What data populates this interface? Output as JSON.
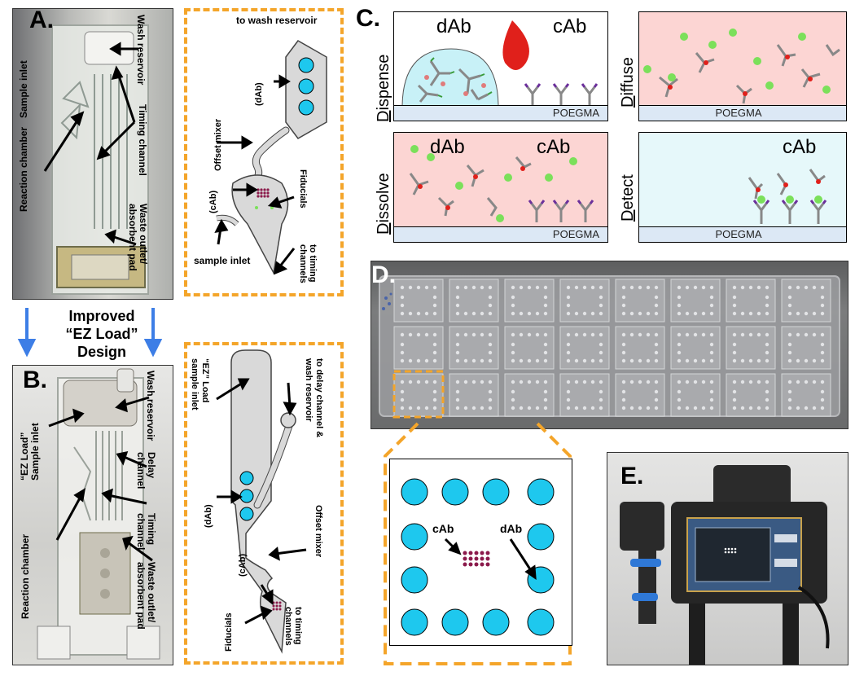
{
  "panels": {
    "A": {
      "letter": "A.",
      "labels": {
        "sample_inlet": "Sample inlet",
        "wash_reservoir": "Wash reservoir",
        "reaction_chamber": "Reaction chamber",
        "timing_channel": "Timing channel",
        "waste_outlet": "Waste outlet/ absorbent pad"
      }
    },
    "A_diagram": {
      "to_wash_reservoir": "to wash reservoir",
      "dab": "(dAb)",
      "offset_mixer": "Offset mixer",
      "cab": "(cAb)",
      "fiducials": "Fiducials",
      "sample_inlet": "sample inlet",
      "to_timing_channels": "to timing channels"
    },
    "improved": {
      "line1": "Improved",
      "line2": "“EZ Load”",
      "line3": "Design"
    },
    "B": {
      "letter": "B.",
      "labels": {
        "ez_load_sample_inlet": "“EZ Load” Sample inlet",
        "wash_reservoir": "Wash reservoir",
        "delay_channel": "Delay channel",
        "timing_channel": "Timing channel",
        "reaction_chamber": "Reaction chamber",
        "waste_outlet": "Waste outlet/ absorbent pad"
      }
    },
    "B_diagram": {
      "ez_sample_inlet": "“EZ” Load sample inlet",
      "to_delay_channel": "to delay channel & wash reservoir",
      "dab": "(dAb)",
      "offset_mixer": "Offset mixer",
      "cab": "(cAb)",
      "fiducials": "Fiducials",
      "to_timing_channels": "to timing channels"
    },
    "C": {
      "letter": "C.",
      "steps": [
        {
          "first": "D",
          "rest": "ispense",
          "top_left": "dAb",
          "top_right": "cAb",
          "surface": "POEGMA"
        },
        {
          "first": "D",
          "rest": "iffuse",
          "top_left": "",
          "top_right": "",
          "surface": "POEGMA"
        },
        {
          "first": "D",
          "rest": "issolve",
          "top_left": "dAb",
          "top_right": "cAb",
          "surface": "POEGMA"
        },
        {
          "first": "D",
          "rest": "etect",
          "top_left": "",
          "top_right": "cAb",
          "surface": "POEGMA"
        }
      ]
    },
    "D": {
      "letter": "D.",
      "zoom_cab": "cAb",
      "zoom_dab": "dAb"
    },
    "E": {
      "letter": "E."
    }
  },
  "colors": {
    "dash_orange": "#f4a52a",
    "spot_cyan": "#1ec8ee",
    "pink_bg": "#fcd5d3",
    "light_cyan_bg": "#e6f8fa",
    "drop_red": "#e0201b",
    "arrow_blue": "#3d7ee6",
    "antigen_green": "#7be05a"
  }
}
